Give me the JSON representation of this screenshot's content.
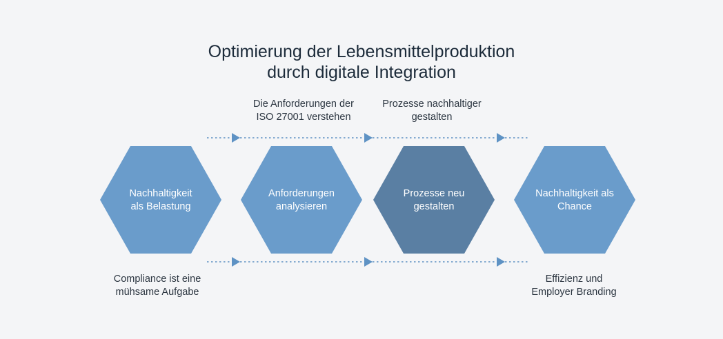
{
  "title": {
    "line1": "Optimierung der Lebensmittelproduktion",
    "line2": "durch digitale Integration"
  },
  "colors": {
    "background": "#f4f5f7",
    "hex_light": "#6a9ccb",
    "hex_dark": "#5a7fa3",
    "arrow": "#5e92c4",
    "text_dark": "#1c2b3a"
  },
  "top_captions": [
    {
      "line1": "Die Anforderungen der",
      "line2": "ISO 27001 verstehen"
    },
    {
      "line1": "Prozesse nachhaltiger",
      "line2": "gestalten"
    }
  ],
  "steps": [
    {
      "line1": "Nachhaltigkeit",
      "line2": "als Belastung",
      "highlighted": false
    },
    {
      "line1": "Anforderungen",
      "line2": "analysieren",
      "highlighted": false
    },
    {
      "line1": "Prozesse neu",
      "line2": "gestalten",
      "highlighted": true
    },
    {
      "line1": "Nachhaltigkeit als",
      "line2": "Chance",
      "highlighted": false
    }
  ],
  "bottom_captions": [
    {
      "line1": "Compliance ist eine",
      "line2": "mühsame Aufgabe"
    },
    {
      "line1": "Effizienz und",
      "line2": "Employer Branding"
    }
  ]
}
